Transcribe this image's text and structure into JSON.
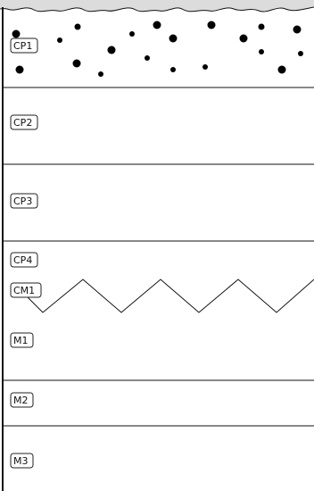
{
  "diagram": {
    "colors": {
      "line": "#111111",
      "label_border": "#222222",
      "label_bg": "#ffffff",
      "surface_band": "#dcdcdc",
      "dots": "#000000",
      "background": "#ffffff"
    },
    "layers": [
      {
        "id": "cp1",
        "label": "CP1",
        "pattern": "dots"
      },
      {
        "id": "cp2",
        "label": "CP2",
        "pattern": "plain"
      },
      {
        "id": "cp3",
        "label": "CP3",
        "pattern": "plain"
      },
      {
        "id": "cp4",
        "label": "CP4",
        "pattern": "plain"
      },
      {
        "id": "cm1",
        "label": "CM1",
        "pattern": "zigzag-boundary"
      },
      {
        "id": "m1",
        "label": "M1",
        "pattern": "plain"
      },
      {
        "id": "m2",
        "label": "M2",
        "pattern": "plain"
      },
      {
        "id": "m3",
        "label": "M3",
        "pattern": "plain"
      }
    ]
  }
}
